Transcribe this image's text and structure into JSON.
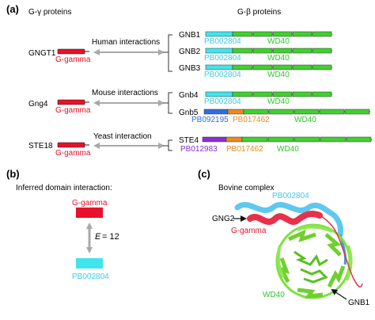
{
  "colors": {
    "gamma_red": "#e8102a",
    "gamma_label": "#e8102a",
    "wd40_green": "#3fd12e",
    "wd40_label": "#2ec72a",
    "pb002804_cyan": "#40e4ec",
    "pb002804_label": "#3fc8ec",
    "pb092195_blue": "#2f6ce0",
    "pb017462_orange": "#e88a1c",
    "pb012983_purple": "#8a2fd0",
    "arrow_gray": "#a8a8a8",
    "protein_wd40": "#7fe040",
    "protein_gamma": "#e8304a",
    "protein_pb": "#5ec8f0"
  },
  "panel_a": {
    "label": "(a)",
    "gamma_header": "G-γ proteins",
    "beta_header": "G-β proteins",
    "groups": [
      {
        "interaction": "Human interactions",
        "gamma_name": "GNGT1",
        "gamma_domain": "G-gamma",
        "betas": [
          {
            "name": "GNB1",
            "domains": [
              "PB002804",
              "WD40"
            ]
          },
          {
            "name": "GNB2",
            "domains": [
              "PB002804",
              "WD40"
            ]
          },
          {
            "name": "GNB3",
            "domains": [
              "PB002804",
              "WD40"
            ]
          }
        ]
      },
      {
        "interaction": "Mouse interactions",
        "gamma_name": "Gng4",
        "gamma_domain": "G-gamma",
        "betas": [
          {
            "name": "Gnb4",
            "domains": [
              "PB002804",
              "WD40"
            ]
          },
          {
            "name": "Gnb5",
            "domains": [
              "PB092195",
              "PB017462",
              "WD40"
            ]
          }
        ]
      },
      {
        "interaction": "Yeast interaction",
        "gamma_name": "STE18",
        "gamma_domain": "G-gamma",
        "betas": [
          {
            "name": "STE4",
            "domains": [
              "PB012983",
              "PB017462",
              "WD40"
            ]
          }
        ]
      }
    ]
  },
  "panel_b": {
    "label": "(b)",
    "title": "Inferred domain interaction:",
    "top_domain": "G-gamma",
    "bottom_domain": "PB002804",
    "e_symbol": "E",
    "e_value": "= 12"
  },
  "panel_c": {
    "label": "(c)",
    "title": "Bovine complex",
    "pb_label": "PB002804",
    "gng2_label": "GNG2",
    "gamma_label": "G-gamma",
    "wd40_label": "WD40",
    "gnb1_label": "GNB1"
  }
}
